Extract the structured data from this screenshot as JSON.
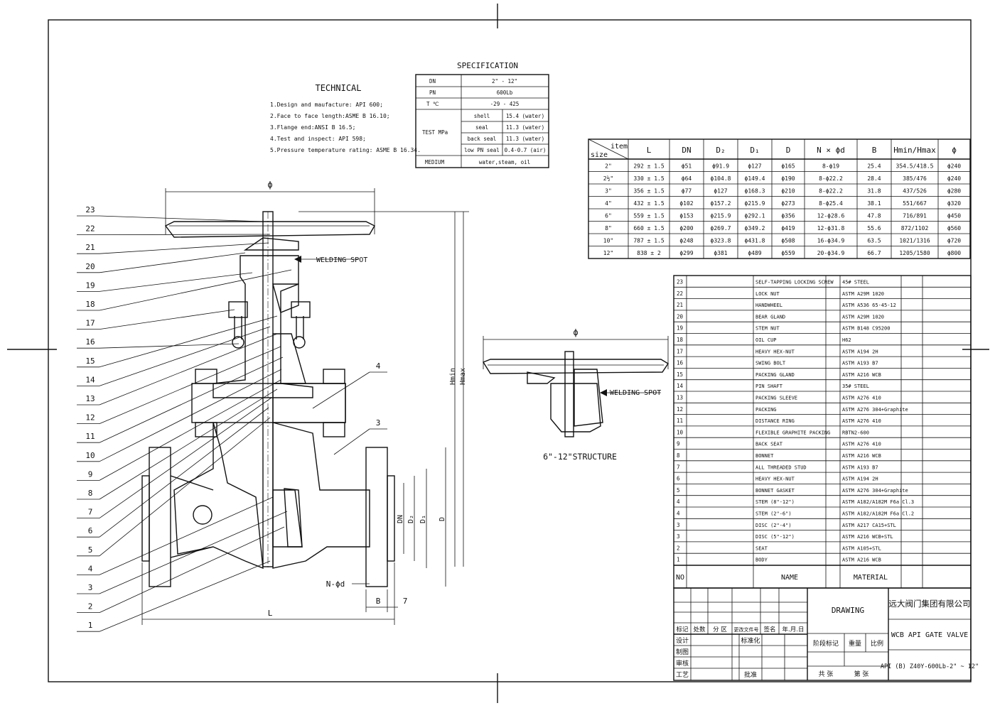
{
  "technical": {
    "title": "TECHNICAL",
    "lines": [
      "1.Design and maufacture: API 600;",
      "2.Face to face length:ASME B 16.10;",
      "3.Flange end:ANSI B 16.5;",
      "4.Test and inspect: API 598;",
      "5.Pressure temperature rating: ASME B 16.34."
    ]
  },
  "specification": {
    "title": "SPECIFICATION",
    "dn_label": "DN",
    "dn_value": "2\" - 12\"",
    "pn_label": "PN",
    "pn_value": "600Lb",
    "t_label": "T ℃",
    "t_value": "-29 - 425",
    "test_label": "TEST MPa",
    "test_rows": [
      {
        "k": "shell",
        "v": "15.4 (water)"
      },
      {
        "k": "seal",
        "v": "11.3 (water)"
      },
      {
        "k": "back seal",
        "v": "11.3 (water)"
      },
      {
        "k": "low PN seal",
        "v": "0.4-0.7 (air)"
      }
    ],
    "medium_label": "MEDIUM",
    "medium_value": "water,steam, oil"
  },
  "size_table": {
    "corner_item": "item",
    "corner_size": "size",
    "headers": [
      "L",
      "DN",
      "D₂",
      "D₁",
      "D",
      "N × ϕd",
      "B",
      "Hmin/Hmax",
      "ϕ"
    ],
    "rows": [
      [
        "2\"",
        "292 ± 1.5",
        "ϕ51",
        "ϕ91.9",
        "ϕ127",
        "ϕ165",
        "8-ϕ19",
        "25.4",
        "354.5/418.5",
        "ϕ240"
      ],
      [
        "2½\"",
        "330 ± 1.5",
        "ϕ64",
        "ϕ104.8",
        "ϕ149.4",
        "ϕ190",
        "8-ϕ22.2",
        "28.4",
        "385/476",
        "ϕ240"
      ],
      [
        "3\"",
        "356 ± 1.5",
        "ϕ77",
        "ϕ127",
        "ϕ168.3",
        "ϕ210",
        "8-ϕ22.2",
        "31.8",
        "437/526",
        "ϕ280"
      ],
      [
        "4\"",
        "432 ± 1.5",
        "ϕ102",
        "ϕ157.2",
        "ϕ215.9",
        "ϕ273",
        "8-ϕ25.4",
        "38.1",
        "551/667",
        "ϕ320"
      ],
      [
        "6\"",
        "559 ± 1.5",
        "ϕ153",
        "ϕ215.9",
        "ϕ292.1",
        "ϕ356",
        "12-ϕ28.6",
        "47.8",
        "716/891",
        "ϕ450"
      ],
      [
        "8\"",
        "660 ± 1.5",
        "ϕ200",
        "ϕ269.7",
        "ϕ349.2",
        "ϕ419",
        "12-ϕ31.8",
        "55.6",
        "872/1102",
        "ϕ560"
      ],
      [
        "10\"",
        "787 ± 1.5",
        "ϕ248",
        "ϕ323.8",
        "ϕ431.8",
        "ϕ508",
        "16-ϕ34.9",
        "63.5",
        "1021/1316",
        "ϕ720"
      ],
      [
        "12\"",
        "838 ± 2",
        "ϕ299",
        "ϕ381",
        "ϕ489",
        "ϕ559",
        "20-ϕ34.9",
        "66.7",
        "1205/1580",
        "ϕ800"
      ]
    ]
  },
  "parts": {
    "no_header": "NO",
    "name_header": "NAME",
    "material_header": "MATERIAL",
    "rows": [
      {
        "no": "23",
        "name": "SELF-TAPPING LOCKING SCREW",
        "mat": "45# STEEL"
      },
      {
        "no": "22",
        "name": "LOCK NUT",
        "mat": "ASTM A29M 1020"
      },
      {
        "no": "21",
        "name": "HANDWHEEL",
        "mat": "ASTM A536 65-45-12"
      },
      {
        "no": "20",
        "name": "BEAR GLAND",
        "mat": "ASTM A29M 1020"
      },
      {
        "no": "19",
        "name": "STEM NUT",
        "mat": "ASTM B148 C95200"
      },
      {
        "no": "18",
        "name": "OIL CUP",
        "mat": "H62"
      },
      {
        "no": "17",
        "name": "HEAVY HEX-NUT",
        "mat": "ASTM A194 2H"
      },
      {
        "no": "16",
        "name": "SWING BOLT",
        "mat": "ASTM A193 B7"
      },
      {
        "no": "15",
        "name": "PACKING GLAND",
        "mat": "ASTM A216 WCB"
      },
      {
        "no": "14",
        "name": "PIN SHAFT",
        "mat": "35# STEEL"
      },
      {
        "no": "13",
        "name": "PACKING SLEEVE",
        "mat": "ASTM A276 410"
      },
      {
        "no": "12",
        "name": "PACKING",
        "mat": "ASTM A276 304+Graphite"
      },
      {
        "no": "11",
        "name": "DISTANCE RING",
        "mat": "ASTM A276 410"
      },
      {
        "no": "10",
        "name": "FLEXIBLE GRAPHITE PACKING",
        "mat": "RBTN2-600"
      },
      {
        "no": "9",
        "name": "BACK SEAT",
        "mat": "ASTM A276 410"
      },
      {
        "no": "8",
        "name": "BONNET",
        "mat": "ASTM A216 WCB"
      },
      {
        "no": "7",
        "name": "ALL THREADED STUD",
        "mat": "ASTM A193 B7"
      },
      {
        "no": "6",
        "name": "HEAVY HEX-NUT",
        "mat": "ASTM A194 2H"
      },
      {
        "no": "5",
        "name": "BONNET GASKET",
        "mat": "ASTM A276 304+Graphite"
      },
      {
        "no": "4",
        "name": "STEM (8\"-12\")",
        "mat": "ASTM A182/A182M F6a Cl.3"
      },
      {
        "no": "4",
        "name": "STEM (2\"-6\")",
        "mat": "ASTM A182/A182M F6a Cl.2"
      },
      {
        "no": "3",
        "name": "DISC (2\"-4\")",
        "mat": "ASTM A217 CA15+STL"
      },
      {
        "no": "3",
        "name": "DISC (5\"-12\")",
        "mat": "ASTM A216 WCB+STL"
      },
      {
        "no": "2",
        "name": "SEAT",
        "mat": "ASTM A105+STL"
      },
      {
        "no": "1",
        "name": "BODY",
        "mat": "ASTM A216 WCB"
      }
    ]
  },
  "title_block": {
    "drawing": "DRAWING",
    "company": "远大阀门集团有限公司",
    "product": "WCB API GATE VALVE",
    "model": "API (B) Z40Y-600Lb-2\" ~ 12\"",
    "rev_headers": [
      "标记",
      "处数",
      "分 区",
      "更改文件号",
      "签名",
      "年.月.日"
    ],
    "sign_labels": [
      "设计",
      "制图",
      "审核",
      "工艺"
    ],
    "standardize": "标准化",
    "approve": "批准",
    "stage": "阶段标记",
    "weight": "重量",
    "scale": "比例",
    "sheets_total": "共  张",
    "sheet_no": "第  张"
  },
  "drawing_labels": {
    "welding_spot": "WELDING SPOT",
    "structure": "6\"-12\"STRUCTURE",
    "phi": "ϕ",
    "hmin": "Hmin",
    "hmax": "Hmax",
    "dn": "DN",
    "d2": "D₂",
    "d1": "D₁",
    "d": "D",
    "n_phi_d": "N-ϕd",
    "b": "B",
    "seven": "7",
    "l": "L",
    "leaders_left": [
      "23",
      "22",
      "21",
      "20",
      "19",
      "18",
      "17",
      "16",
      "15",
      "14",
      "13",
      "12",
      "11",
      "10",
      "9",
      "8",
      "7",
      "6",
      "5",
      "4",
      "3",
      "2",
      "1"
    ],
    "leader_4": "4",
    "leader_3": "3"
  }
}
